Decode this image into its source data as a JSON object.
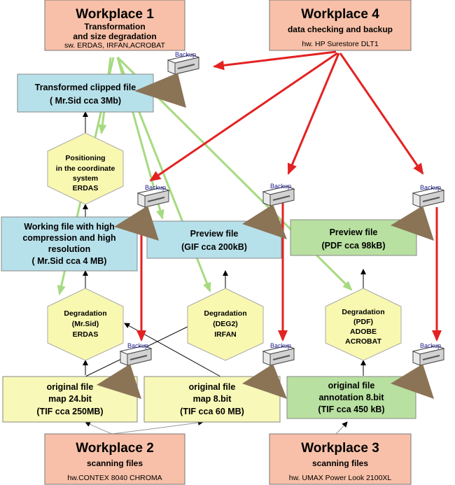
{
  "colors": {
    "workplace": "#f8c0a8",
    "blue_box": "#b7e1ea",
    "yellow_box": "#f8f8b8",
    "green_box": "#b8e0a0",
    "hexagon": "#f8f8b0",
    "red_arrow": "#e32222",
    "green_arrow": "#a6da80"
  },
  "workplaces": {
    "wp1": {
      "title": "Workplace 1",
      "subtitle": "Transformation",
      "subtitle2": "and size degradation",
      "detail": "sw. ERDAS, IRFAN,ACROBAT"
    },
    "wp4": {
      "title": "Workplace 4",
      "subtitle": "data checking and backup",
      "detail": "hw. HP Surestore DLT1"
    },
    "wp2": {
      "title": "Workplace 2",
      "subtitle": "scanning files",
      "detail": "hw.CONTEX 8040 CHROMA"
    },
    "wp3": {
      "title": "Workplace 3",
      "subtitle": "scanning files",
      "detail": "hw. UMAX Power Look 2100XL"
    }
  },
  "boxes": {
    "transformed": {
      "line1": "Transformed clipped file",
      "line2": "( Mr.Sid  cca 3Mb)"
    },
    "working": {
      "line1": "Working file with high",
      "line2": "compression and high",
      "line3": "resolution",
      "line4": "( Mr.Sid cca 4 MB)"
    },
    "preview_gif": {
      "line1": "Preview file",
      "line2": "(GIF cca 200kB)"
    },
    "preview_pdf": {
      "line1": "Preview file",
      "line2": "(PDF cca 98kB)"
    },
    "orig24": {
      "line1": "original file",
      "line2": "map 24.bit",
      "line3": "(TIF cca 250MB)"
    },
    "orig8": {
      "line1": "original file",
      "line2": "map 8.bit",
      "line3": "(TIF cca 60 MB)"
    },
    "orig_annot": {
      "line1": "original file",
      "line2": "annotation 8.bit",
      "line3": "(TIF cca 450 kB)"
    }
  },
  "hexagons": {
    "positioning": {
      "line1": "Positioning",
      "line2": "in the coordinate",
      "line3": "system",
      "line4": "ERDAS"
    },
    "deg_mrsid": {
      "line1": "Degradation",
      "line2": "(Mr.Sid)",
      "line3": "ERDAS"
    },
    "deg_irfan": {
      "line1": "Degradation",
      "line2": "(DEG2)",
      "line3": "IRFAN"
    },
    "deg_pdf": {
      "line1": "Degradation",
      "line2": "(PDF)",
      "line3": "ADOBE",
      "line4": "ACROBAT"
    }
  },
  "backup_label": "Backup"
}
